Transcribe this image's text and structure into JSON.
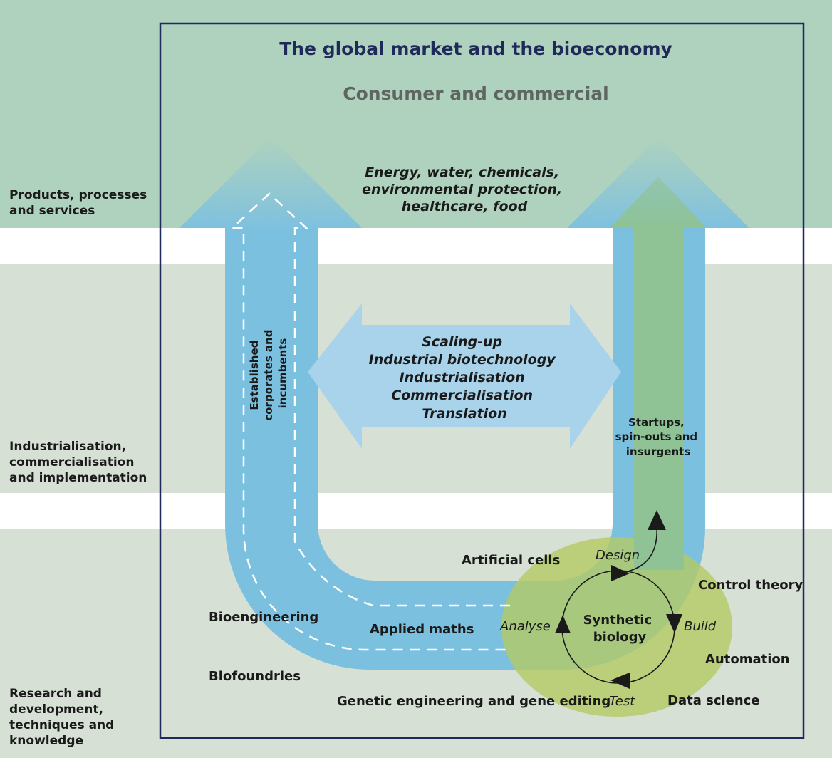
{
  "title": "The global market and the bioeconomy",
  "subtitle": "Consumer and commercial",
  "bands": {
    "top": [
      "Products, processes",
      "and services"
    ],
    "middle": [
      "Industrialisation,",
      "commercialisation",
      "and implementation"
    ],
    "bottom": [
      "Research and",
      "development,",
      "techniques and",
      "knowledge"
    ]
  },
  "sectors": [
    "Energy, water, chemicals,",
    "environmental protection,",
    "healthcare, food"
  ],
  "midstream": [
    "Scaling-up",
    "Industrial biotechnology",
    "Industrialisation",
    "Commercialisation",
    "Translation"
  ],
  "left_path": [
    "Established",
    "corporates and",
    "incumbents"
  ],
  "right_path": [
    "Startups,",
    "spin-outs and",
    "insurgents"
  ],
  "fields": {
    "artificial_cells": "Artificial cells",
    "control_theory": "Control theory",
    "bioengineering": "Bioengineering",
    "applied_maths": "Applied maths",
    "automation": "Automation",
    "biofoundries": "Biofoundries",
    "genetic_engineering": "Genetic engineering and gene editing",
    "data_science": "Data science"
  },
  "cycle": {
    "center": [
      "Synthetic",
      "biology"
    ],
    "design": "Design",
    "build": "Build",
    "test": "Test",
    "analyse": "Analyse"
  },
  "colors": {
    "top_band": "#afd2be",
    "lower_band": "#d7e0d5",
    "frame": "#1f2a5a",
    "arrow_blue": "#7cc0e0",
    "mid_arrow": "#a8d3ea",
    "green_arrow": "#8fc396",
    "ellipse": "#b4cb62"
  }
}
